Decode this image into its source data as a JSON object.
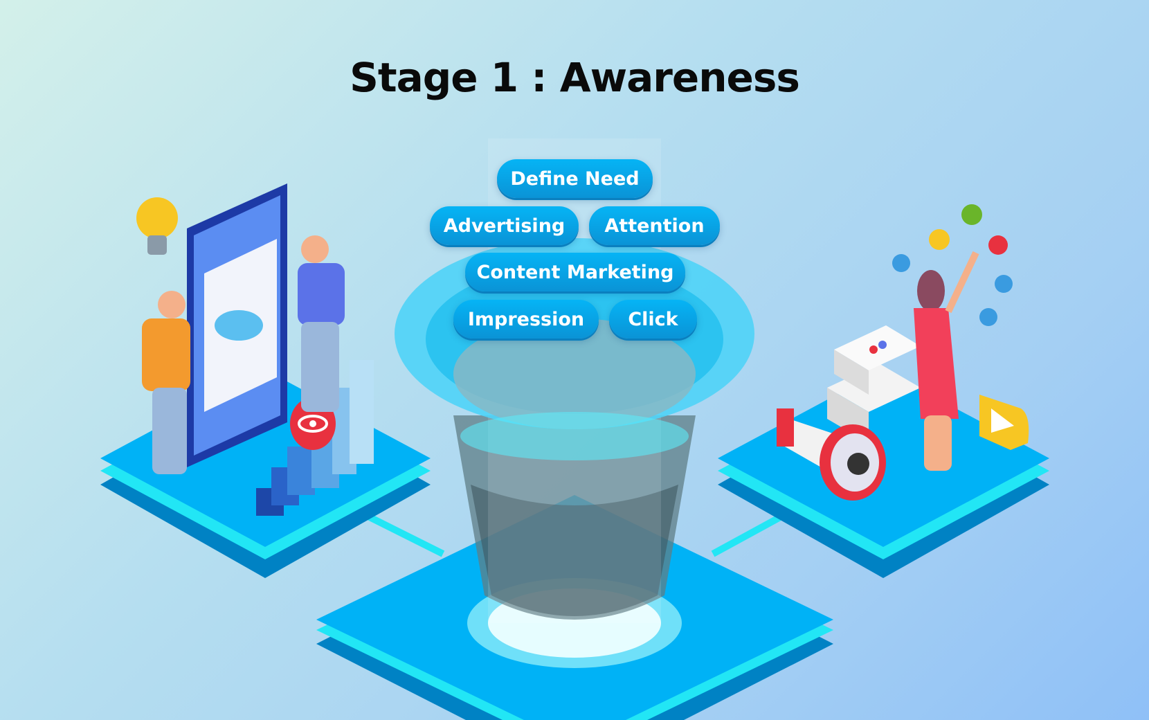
{
  "title": "Stage 1 : Awareness",
  "tags": [
    "Define Need",
    "Advertising",
    "Attention",
    "Content Marketing",
    "Impression",
    "Click"
  ],
  "colors": {
    "platform": "#00b2f6",
    "platform_side": "#0082c4",
    "glow": "#22e6f5",
    "pill": "#0a9ee0",
    "accent_red": "#e8313f",
    "accent_yellow": "#f7c623"
  }
}
